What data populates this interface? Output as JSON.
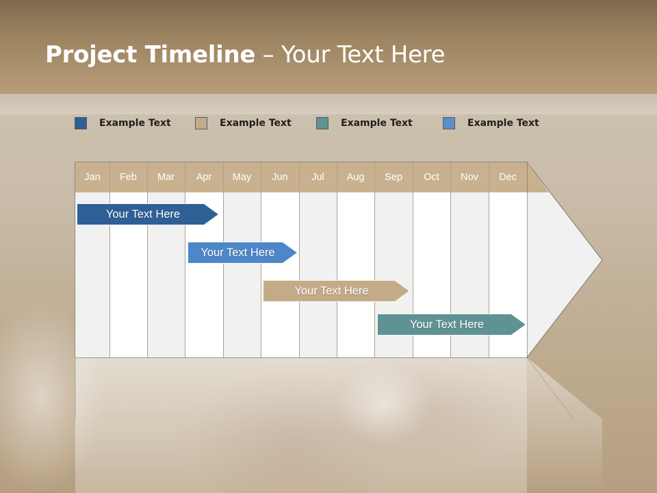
{
  "slide": {
    "title_bold": "Project Timeline",
    "title_rest": " – Your Text Here"
  },
  "legend": [
    {
      "label": "Example Text",
      "color": "#2e6096"
    },
    {
      "label": "Example Text",
      "color": "#c4ab88"
    },
    {
      "label": "Example Text",
      "color": "#5f9293"
    },
    {
      "label": "Example Text",
      "color": "#5b90cb"
    }
  ],
  "timeline": {
    "months": [
      "Jan",
      "Feb",
      "Mar",
      "Apr",
      "May",
      "Jun",
      "Jul",
      "Aug",
      "Sep",
      "Oct",
      "Nov",
      "Dec"
    ],
    "header_color": "#c9b18f",
    "tasks": [
      {
        "label": "Your  Text Here",
        "color": "#2e6096"
      },
      {
        "label": "Your  Text Here",
        "color": "#4d87c7"
      },
      {
        "label": "Your  Text Here",
        "color": "#c4ab88"
      },
      {
        "label": "Your  Text Here",
        "color": "#5f9293"
      }
    ]
  }
}
